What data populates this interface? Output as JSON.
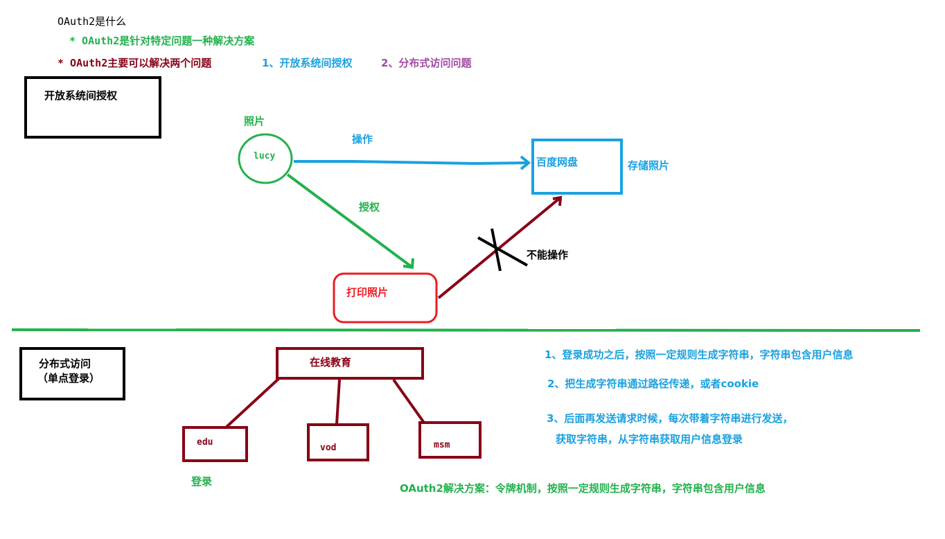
{
  "header": {
    "title": "OAuth2是什么",
    "point1": "* OAuth2是针对特定问题一种解决方案",
    "point2": "* OAuth2主要可以解决两个问题",
    "problem1": "1、开放系统间授权",
    "problem2": "2、分布式访问问题"
  },
  "section1": {
    "label": "开放系统间授权",
    "photo_label": "照片",
    "user": "lucy",
    "operate": "操作",
    "storage": "百度网盘",
    "store_photos": "存储照片",
    "authorize": "授权",
    "print": "打印照片",
    "cannot_operate": "不能操作"
  },
  "section2": {
    "label_line1": "分布式访问",
    "label_line2": "（单点登录）",
    "root": "在线教育",
    "children": [
      "edu",
      "vod",
      "msm"
    ],
    "login": "登录",
    "steps": [
      "1、登录成功之后，按照一定规则生成字符串，字符串包含用户信息",
      "2、把生成字符串通过路径传递，或者cookie",
      "3、后面再发送请求时候，每次带着字符串进行发送，",
      "获取字符串，从字符串获取用户信息登录"
    ],
    "solution": "OAuth2解决方案：令牌机制，按照一定规则生成字符串，字符串包含用户信息"
  },
  "colors": {
    "green": "#22b14c",
    "blue": "#1aa1e0",
    "purple": "#a349a4",
    "darkred": "#880015",
    "red": "#ed1c24",
    "black": "#000000"
  }
}
